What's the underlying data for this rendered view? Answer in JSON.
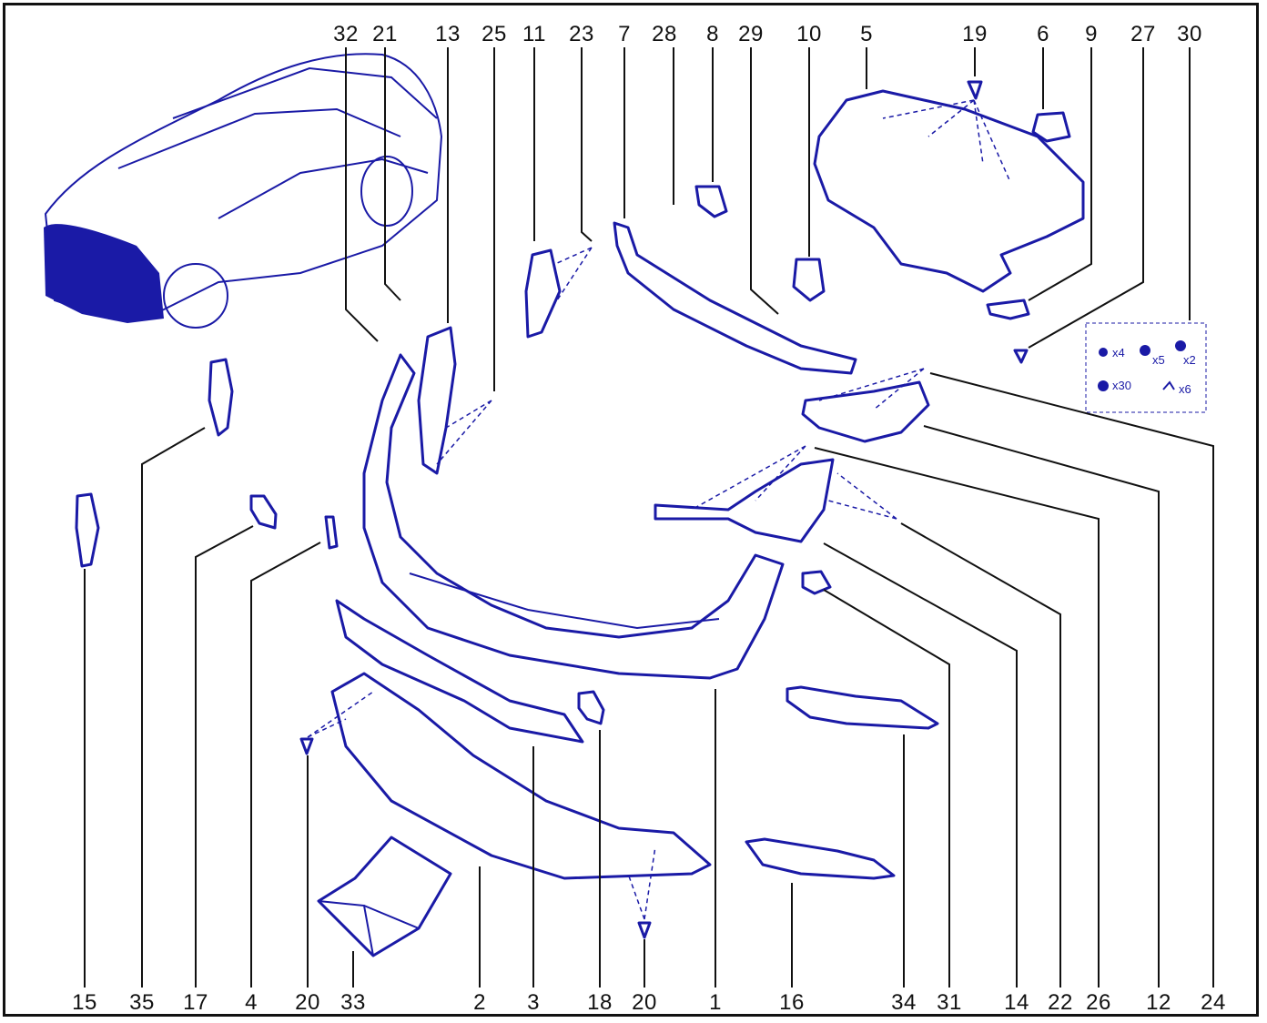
{
  "diagram": {
    "callouts_top": [
      "32",
      "21",
      "13",
      "25",
      "11",
      "23",
      "7",
      "28",
      "8",
      "29",
      "10",
      "5",
      "19",
      "6",
      "9",
      "27",
      "30"
    ],
    "callouts_bottom": [
      "15",
      "35",
      "17",
      "4",
      "20",
      "33",
      "2",
      "3",
      "18",
      "20",
      "1",
      "16",
      "34",
      "31",
      "14",
      "22",
      "26",
      "12",
      "24"
    ],
    "fastener_legend": [
      {
        "label": "x4"
      },
      {
        "label": "x5"
      },
      {
        "label": "x2"
      },
      {
        "label": "x30"
      },
      {
        "label": "x6"
      }
    ],
    "colors": {
      "part_stroke": "#1a1aa6",
      "highlight_fill": "#1a1aa6",
      "leader": "#111111"
    }
  }
}
